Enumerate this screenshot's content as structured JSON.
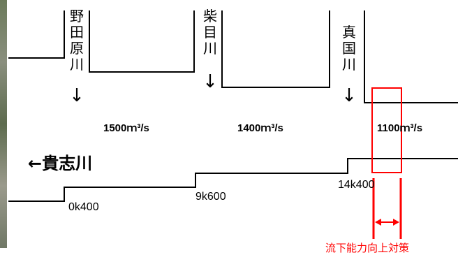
{
  "main_river": {
    "label": "←貴志川"
  },
  "tributaries": [
    {
      "name": "野田原川",
      "chars": [
        "野",
        "田",
        "原",
        "川"
      ],
      "arrow": "↓"
    },
    {
      "name": "柴目川",
      "chars": [
        "柴",
        "目",
        "川"
      ],
      "arrow": "↓"
    },
    {
      "name": "真国川",
      "chars": [
        "真",
        "国",
        "川"
      ],
      "arrow": "↓"
    }
  ],
  "flows": [
    "1500ｍ³/s",
    "1400ｍ³/s",
    "1100ｍ³/s"
  ],
  "stations": [
    "0k400",
    "9k600",
    "14k400"
  ],
  "measure": {
    "label": "流下能力向上対策"
  },
  "colors": {
    "line": "#000000",
    "highlight": "#ff0000"
  }
}
